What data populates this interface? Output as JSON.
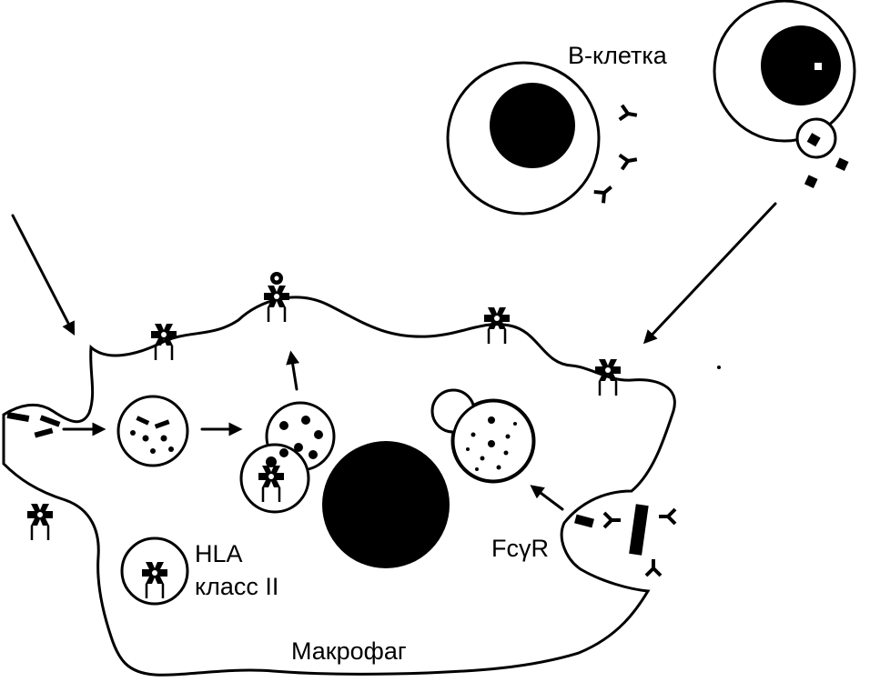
{
  "labels": {
    "b_cell": "В-клетка",
    "hla_line1": "HLA",
    "hla_line2": "класс II",
    "fc_receptor": "FcγR",
    "macrophage": "Макрофаг"
  },
  "colors": {
    "ink": "#000000",
    "background": "#ffffff"
  }
}
